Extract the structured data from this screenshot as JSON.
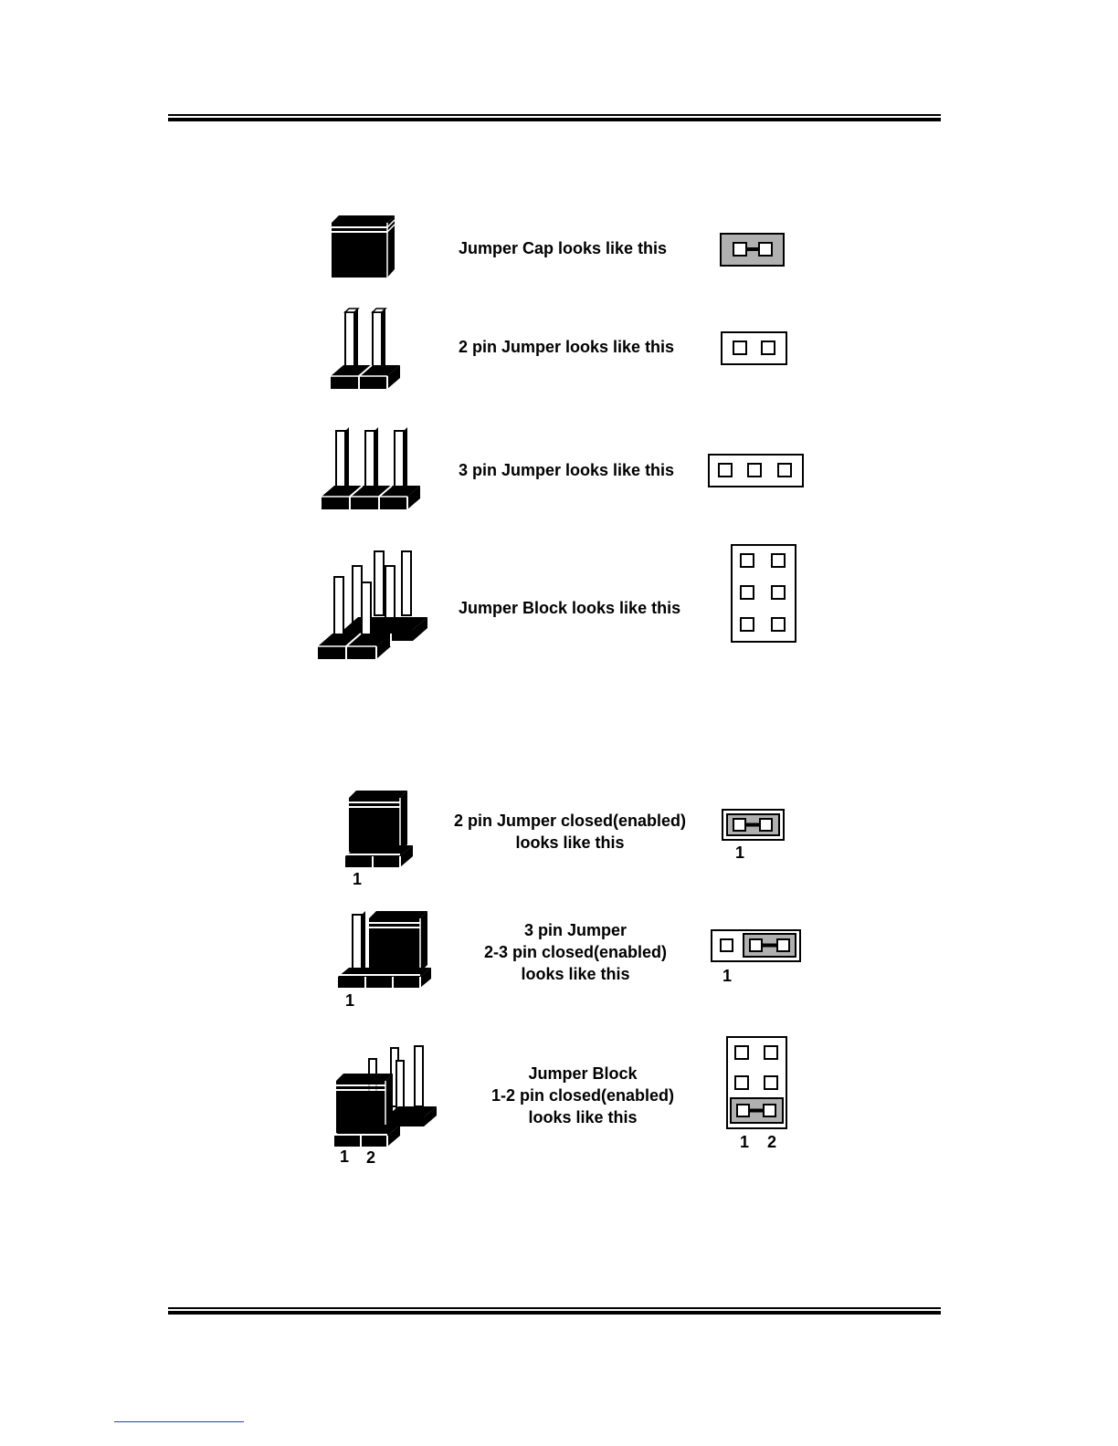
{
  "labels": {
    "jumper_cap": "Jumper Cap looks like this",
    "two_pin": "2 pin Jumper looks like this",
    "three_pin": "3 pin Jumper looks like this",
    "jumper_block": "Jumper Block looks like this",
    "two_pin_closed": [
      "2 pin Jumper closed(enabled)",
      "looks like this"
    ],
    "three_pin_closed": [
      "3 pin Jumper",
      "2-3 pin closed(enabled)",
      "looks like this"
    ],
    "block_closed": [
      "Jumper Block",
      "1-2 pin closed(enabled)",
      "looks like this"
    ]
  },
  "pin_numbers": {
    "two_pin_closed_3d": "1",
    "two_pin_closed_schematic": "1",
    "three_pin_closed_3d": "1",
    "three_pin_closed_schematic": "1",
    "block_closed_3d": [
      "1",
      "2"
    ],
    "block_closed_schematic": [
      "1",
      "2"
    ]
  },
  "colors": {
    "cap_fill": "#b0b0b0",
    "ink": "#000000",
    "rule": "#000000"
  }
}
